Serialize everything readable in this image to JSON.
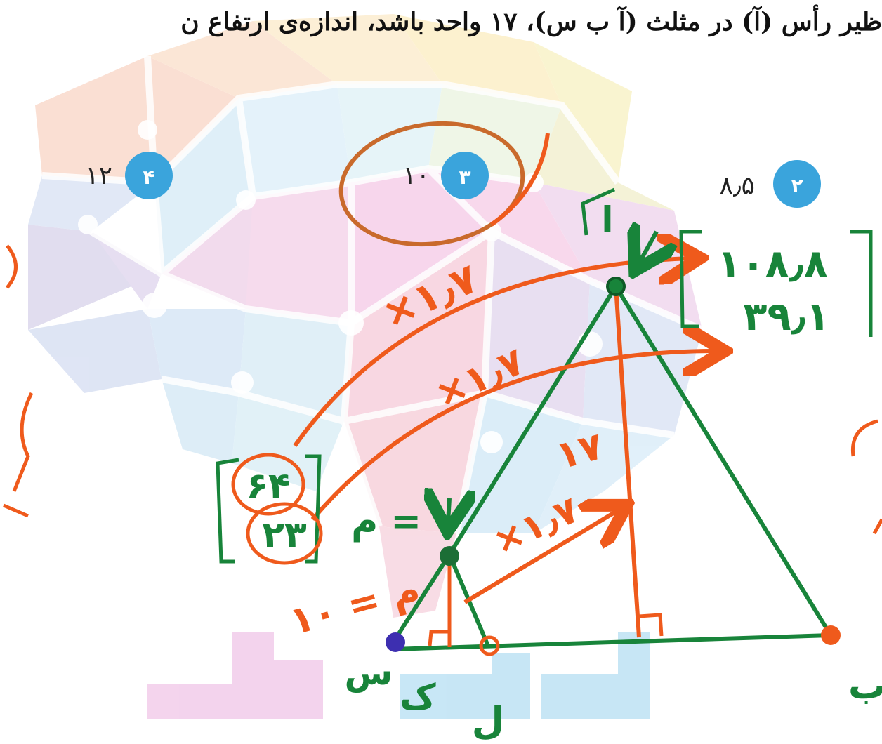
{
  "question": {
    "text": "ظیر رأس (آ) در مثلث (آ ب س)، ۱۷ واحد باشد، اندازه‌ی ارتفاع ن"
  },
  "options": [
    {
      "number": "۴",
      "value": "۱۲"
    },
    {
      "number": "۳",
      "value": "۱۰"
    },
    {
      "number": "۲",
      "value": "۸٫۵"
    }
  ],
  "annotations": {
    "ratio_top": "×۱٫۷",
    "ratio_middle": "×۱٫۷",
    "ratio_lower": "×۱٫۷",
    "height_large": "۱۷",
    "height_small": "۱۰ = م",
    "result_1": "۱۰۸٫۸",
    "result_2": "۳۹٫۱",
    "box_1": "۶۴",
    "box_2": "۲۳",
    "m_equals": "م =",
    "label_s": "س",
    "label_k": "ک",
    "label_l": "ل",
    "label_ba": "ب",
    "label_a": "ا"
  },
  "colors": {
    "orange": "#ef5a1c",
    "green": "#18843a",
    "blue": "#3d2fb0",
    "badge": "#3aa4dc"
  }
}
